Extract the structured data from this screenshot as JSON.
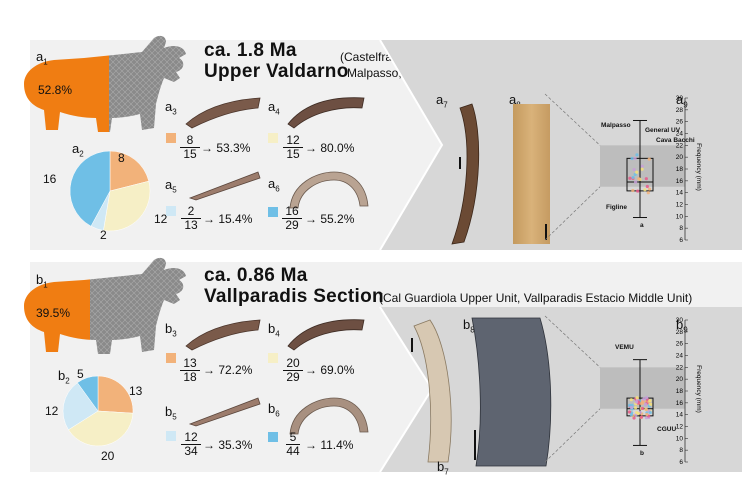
{
  "top": {
    "hippo_label": "a",
    "hippo_sub": "1",
    "hippo_pct": "52.8%",
    "title_age": "ca. 1.8 Ma",
    "title_name": "Upper Valdarno",
    "localities_line1": "(Castelfranco, Cava Bacchi, Figline, Il Colombaiolo,",
    "localities_line2": "Malpasso, Renacci, Vacchereccia)",
    "pie_label": "a",
    "pie_sub": "2",
    "pie_values": [
      8,
      12,
      2,
      16
    ],
    "teeth": [
      {
        "label": "a",
        "sub": "3",
        "num": "8",
        "den": "15",
        "pct": "→ 53.3%",
        "color": "#f2b27a"
      },
      {
        "label": "a",
        "sub": "4",
        "num": "12",
        "den": "15",
        "pct": "→ 80.0%",
        "color": "#f6efc6"
      },
      {
        "label": "a",
        "sub": "5",
        "num": "2",
        "den": "13",
        "pct": "→ 15.4%",
        "color": "#cfe8f5"
      },
      {
        "label": "a",
        "sub": "6",
        "num": "16",
        "den": "29",
        "pct": "→ 55.2%",
        "color": "#6fbfe6"
      }
    ],
    "photo7_label": "a",
    "photo7_sub": "7",
    "photo8_label": "a",
    "photo8_sub": "8",
    "box_label": "a",
    "box_sub": "9",
    "annotations": [
      "Malpasso",
      "General UV",
      "Cava Bacchi",
      "Figline",
      "a"
    ],
    "box_stats": {
      "min": 9.8,
      "q1": 14.3,
      "median": 15.8,
      "q3": 19.8,
      "max": 26.2
    },
    "band": [
      15,
      22
    ]
  },
  "bottom": {
    "hippo_label": "b",
    "hippo_sub": "1",
    "hippo_pct": "39.5%",
    "title_age": "ca. 0.86 Ma",
    "title_name": "Vallparadis Section",
    "localities_line1": "(Cal Guardiola Upper Unit, Vallparadis Estacio Middle Unit)",
    "pie_label": "b",
    "pie_sub": "2",
    "pie_values": [
      13,
      20,
      12,
      5
    ],
    "teeth": [
      {
        "label": "b",
        "sub": "3",
        "num": "13",
        "den": "18",
        "pct": "→ 72.2%",
        "color": "#f2b27a"
      },
      {
        "label": "b",
        "sub": "4",
        "num": "20",
        "den": "29",
        "pct": "→ 69.0%",
        "color": "#f6efc6"
      },
      {
        "label": "b",
        "sub": "5",
        "num": "12",
        "den": "34",
        "pct": "→ 35.3%",
        "color": "#cfe8f5"
      },
      {
        "label": "b",
        "sub": "6",
        "num": "5",
        "den": "44",
        "pct": "→ 11.4%",
        "color": "#6fbfe6"
      }
    ],
    "photo7_label": "b",
    "photo7_sub": "7",
    "photo8_label": "b",
    "photo8_sub": "8",
    "box_label": "b",
    "box_sub": "9",
    "annotations": [
      "VEMU",
      "CGUU",
      "b"
    ],
    "box_stats": {
      "min": 8.8,
      "q1": 13.8,
      "median": 15.0,
      "q3": 16.8,
      "max": 23.3
    },
    "band": [
      15,
      22
    ]
  },
  "axis": {
    "label": "Frequency (mm)",
    "ticks": [
      6,
      8,
      10,
      12,
      14,
      16,
      18,
      20,
      22,
      24,
      26,
      28,
      30
    ]
  },
  "colors": {
    "orange": "#f07d12",
    "gray": "#8a8a8a",
    "c1": "#f2b27a",
    "c2": "#f6efc6",
    "c3": "#cfe8f5",
    "c4": "#6fbfe6"
  }
}
